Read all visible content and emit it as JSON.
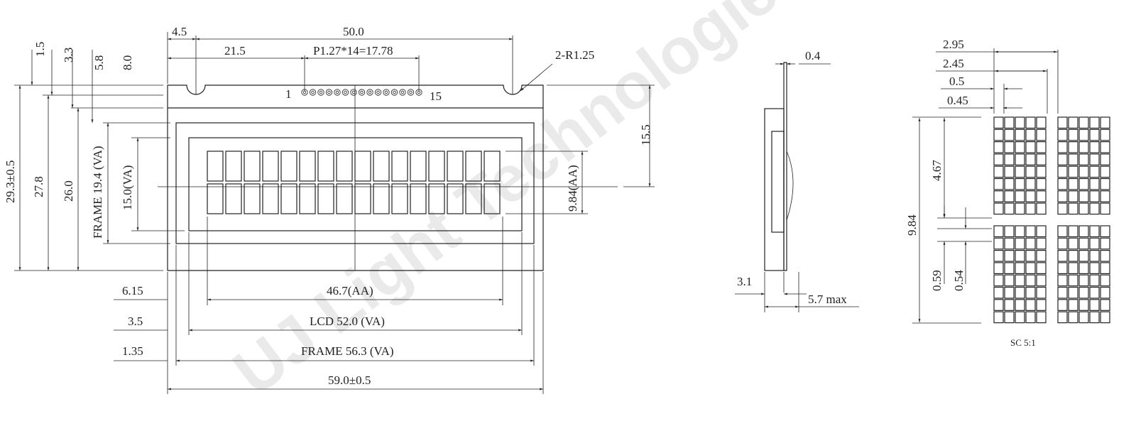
{
  "watermark": "UJ Light Technologies",
  "front_view": {
    "top_dims": {
      "d4_5": "4.5",
      "d50_0": "50.0",
      "d21_5": "21.5",
      "pitch": "P1.27*14=17.78"
    },
    "pins": {
      "count": 15,
      "first_label": "1",
      "last_label": "15"
    },
    "radius_note": "2-R1.25",
    "left_dims": {
      "d1_5": "1.5",
      "d3_3": "3.3",
      "d5_8": "5.8",
      "d8_0": "8.0",
      "d29_3": "29.3±0.5",
      "d27_8": "27.8",
      "d26_0": "26.0",
      "frame_va": "FRAME 19.4 (VA)",
      "lcd_va": "15.0(VA)"
    },
    "right_dims": {
      "d15_5": "15.5",
      "aa_h": "9.84(AA)"
    },
    "bottom_dims": {
      "d6_15": "6.15",
      "d3_5": "3.5",
      "d1_35": "1.35",
      "aa_w": "46.7(AA)",
      "lcd_w": "LCD  52.0 (VA)",
      "frame_w": "FRAME 56.3 (VA)",
      "total_w": "59.0±0.5"
    },
    "characters": {
      "columns": 16,
      "rows": 2
    }
  },
  "side_view": {
    "d0_4": "0.4",
    "d3_1": "3.1",
    "d5_7": "5.7 max"
  },
  "dot_detail": {
    "d2_95": "2.95",
    "d2_45": "2.45",
    "d0_5": "0.5",
    "d0_45": "0.45",
    "d9_84": "9.84",
    "d4_67": "4.67",
    "d0_59": "0.59",
    "d0_54": "0.54",
    "scale": "SC 5:1",
    "dots_cols": 5,
    "dots_rows": 8
  }
}
